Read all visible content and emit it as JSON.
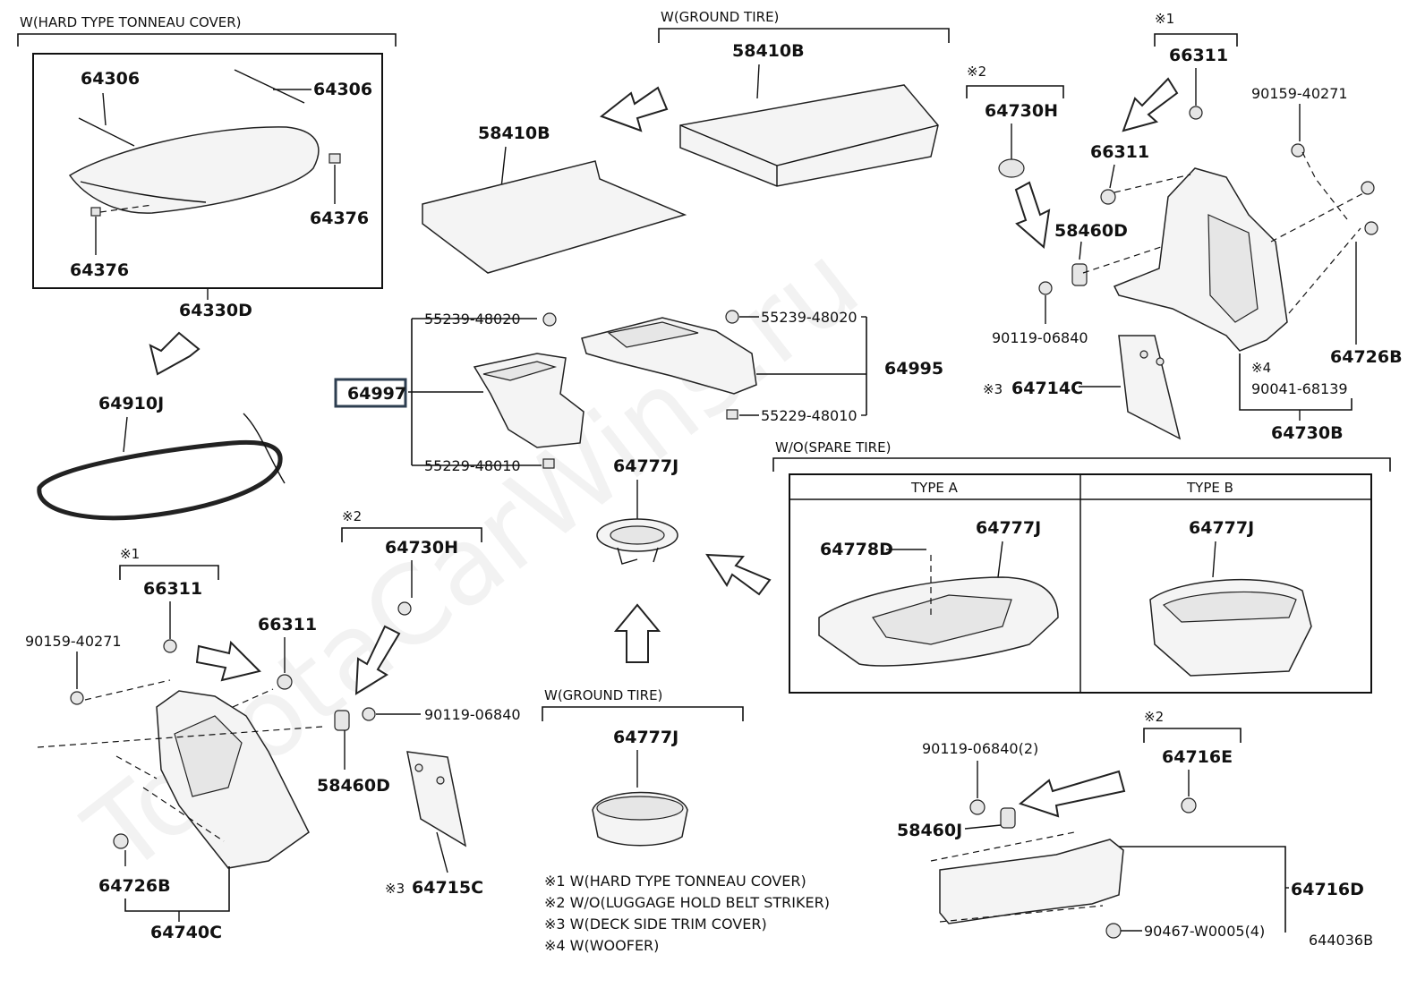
{
  "diagram_id": "644036B",
  "headers": {
    "hard_tonneau": "W(HARD TYPE TONNEAU COVER)",
    "ground_tire_top": "W(GROUND TIRE)",
    "ground_tire_bottom": "W(GROUND TIRE)",
    "spare_tire": "W/O(SPARE TIRE)",
    "type_a": "TYPE A",
    "type_b": "TYPE B",
    "mark1_top": "※1",
    "mark2_top": "※2",
    "mark1_left": "※1",
    "mark2_mid": "※2",
    "mark2_br": "※2",
    "mark3_mid": "※3",
    "mark3_right": "※3",
    "mark4_right": "※4"
  },
  "parts": {
    "p64306_a": "64306",
    "p64306_b": "64306",
    "p64376_a": "64376",
    "p64376_b": "64376",
    "p64330D": "64330D",
    "p64910J": "64910J",
    "p58410B_a": "58410B",
    "p58410B_b": "58410B",
    "p55239_tl": "55239-48020",
    "p55239_tr": "55239-48020",
    "p55229_br": "55229-48010",
    "p55229_bl": "55229-48010",
    "p64997": "64997",
    "p64995": "64995",
    "p64777J_mid": "64777J",
    "p64777J_a": "64777J",
    "p64777J_b": "64777J",
    "p64777J_bot": "64777J",
    "p64778D": "64778D",
    "p64730H_top": "64730H",
    "p66311_t1": "66311",
    "p66311_t2": "66311",
    "p90159_top": "90159-40271",
    "p58460D_top": "58460D",
    "p90119_top": "90119-06840",
    "p64714C": "64714C",
    "p90041": "90041-68139",
    "p64726B_top": "64726B",
    "p64730B": "64730B",
    "p66311_l1": "66311",
    "p66311_l2": "66311",
    "p90159_left": "90159-40271",
    "p64726B_left": "64726B",
    "p64740C": "64740C",
    "p64730H_mid": "64730H",
    "p90119_mid": "90119-06840",
    "p58460D_mid": "58460D",
    "p64715C": "64715C",
    "p90119_br": "90119-06840(2)",
    "p58460J": "58460J",
    "p64716E": "64716E",
    "p64716D": "64716D",
    "p90467": "90467-W0005(4)"
  },
  "notes": [
    "※1 W(HARD TYPE TONNEAU COVER)",
    "※2 W/O(LUGGAGE HOLD BELT STRIKER)",
    "※3 W(DECK SIDE TRIM COVER)",
    "※4 W(WOOFER)"
  ],
  "watermark": "ToyotaCarWins.ru"
}
